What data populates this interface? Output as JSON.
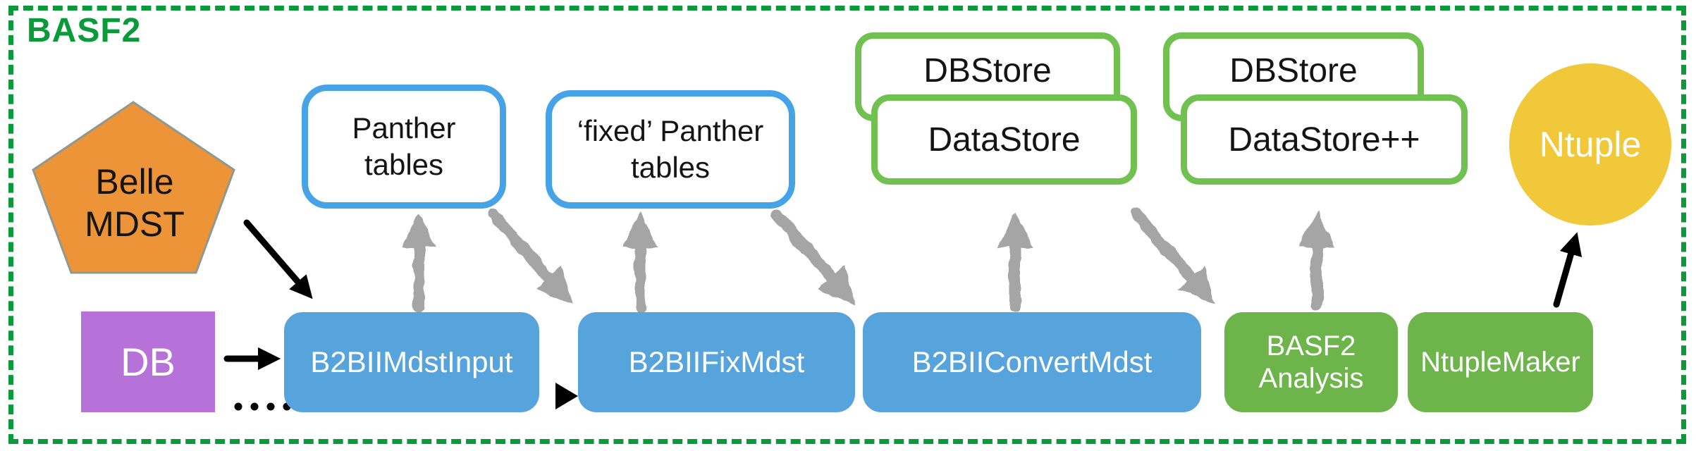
{
  "frame": {
    "title": "BASF2"
  },
  "nodes": {
    "belle_mdst": {
      "line1": "Belle",
      "line2": "MDST"
    },
    "db": {
      "label": "DB"
    },
    "panther_tables": {
      "line1": "Panther",
      "line2": "tables"
    },
    "fixed_panther_tables": {
      "line1": "‘fixed’ Panther",
      "line2": "tables"
    },
    "dbstore_left": {
      "label": "DBStore"
    },
    "datastore": {
      "label": "DataStore"
    },
    "dbstore_right": {
      "label": "DBStore"
    },
    "datastore_pp": {
      "label": "DataStore++"
    },
    "b2bii_mdst_input": {
      "label": "B2BIIMdstInput"
    },
    "b2bii_fix_mdst": {
      "label": "B2BIIFixMdst"
    },
    "b2bii_convert_mdst": {
      "label": "B2BIIConvertMdst"
    },
    "basf2_analysis": {
      "line1": "BASF2",
      "line2": "Analysis"
    },
    "ntuple_maker": {
      "label": "NtupleMaker"
    },
    "ntuple": {
      "label": "Ntuple"
    }
  },
  "colors": {
    "frame_green": "#0a9a3a",
    "module_blue": "#57a4dd",
    "module_green": "#6db54b",
    "store_border_green": "#70c14f",
    "table_border_blue": "#47a3e8",
    "pentagon_orange": "#ed9438",
    "pentagon_stroke": "#8f998f",
    "db_purple": "#b672d9",
    "ntuple_yellow": "#f0c83a",
    "arrow_gray": "#a5a5a5",
    "arrow_black": "#000000"
  }
}
